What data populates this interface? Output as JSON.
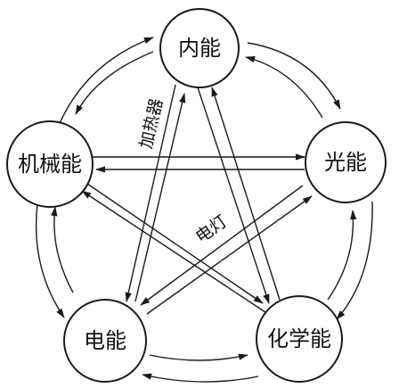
{
  "nodes": {
    "internal": "内能",
    "mechanical": "机械能",
    "light": "光能",
    "electric": "电能",
    "chemical": "化学能"
  },
  "annotations": {
    "heater": "加热器",
    "lamp": "电灯"
  },
  "colors": {
    "ink": "#1a1a1a",
    "background": "#ffffff"
  }
}
